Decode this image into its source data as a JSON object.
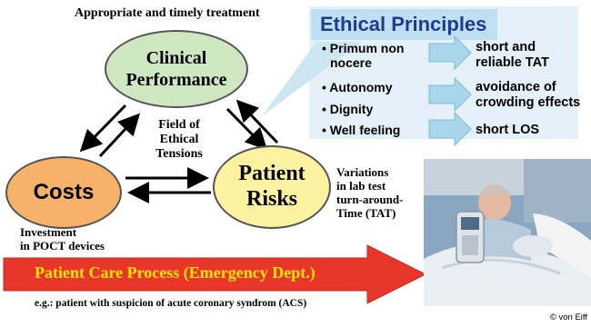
{
  "diagram": {
    "top_caption": "Appropriate and timely treatment",
    "nodes": {
      "clinical": {
        "line1": "Clinical",
        "line2": "Performance"
      },
      "costs": {
        "label": "Costs"
      },
      "risks": {
        "line1": "Patient",
        "line2": "Risks"
      }
    },
    "center": [
      "Field of",
      "Ethical",
      "Tensions"
    ],
    "costs_note": [
      "Investment",
      "in POCT devices"
    ],
    "risks_note": [
      "Variations",
      "in lab test",
      "turn-around-",
      "Time (TAT)"
    ],
    "process_label": "Patient Care Process (Emergency Dept.)",
    "example": "e.g.: patient with suspicion of acute coronary syndrom (ACS)"
  },
  "principles": {
    "title": "Ethical Principles",
    "items": [
      {
        "bullet": "•",
        "lines": [
          "Primum non",
          "nocere"
        ]
      },
      {
        "bullet": "•",
        "lines": [
          "Autonomy"
        ]
      },
      {
        "bullet": "•",
        "lines": [
          "Dignity"
        ]
      },
      {
        "bullet": "•",
        "lines": [
          "Well feeling"
        ]
      }
    ],
    "effects": [
      [
        "short and",
        "reliable TAT"
      ],
      [
        "avoidance of",
        "crowding effects"
      ],
      [
        "short LOS"
      ]
    ]
  },
  "copyright": "© von Eiff",
  "colors": {
    "clinical_fill": "#cfe8c3",
    "costs_fill": "#f6b26b",
    "risks_fill": "#fdf2a0",
    "principles_panel": "#e4f1f8",
    "principles_title_bg": "#bfe0f3",
    "principles_title_text": "#1d3d8c",
    "process_arrow": "#e8372a",
    "process_text": "#ffe600",
    "effect_arrow": "#a9d6ea"
  }
}
